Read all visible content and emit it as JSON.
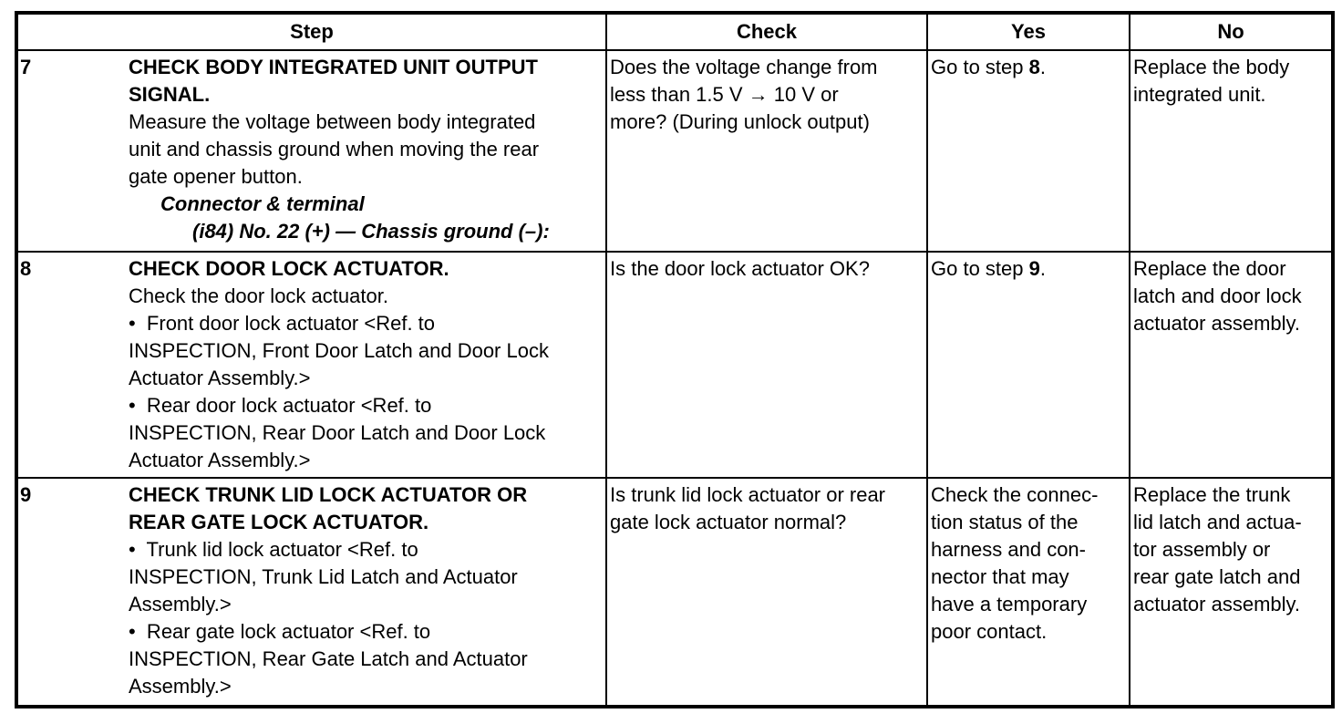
{
  "table": {
    "headers": {
      "step": "Step",
      "check": "Check",
      "yes": "Yes",
      "no": "No"
    },
    "rows": [
      {
        "step_number": "7",
        "step_lines": [
          {
            "runs": [
              {
                "t": "CHECK BODY INTEGRATED UNIT OUTPUT",
                "b": true
              }
            ]
          },
          {
            "runs": [
              {
                "t": "SIGNAL.",
                "b": true
              }
            ]
          },
          {
            "runs": [
              "Measure the voltage between body integrated"
            ]
          },
          {
            "runs": [
              "unit and chassis ground when moving the rear"
            ]
          },
          {
            "runs": [
              "gate opener button."
            ]
          },
          {
            "ind": 1,
            "runs": [
              {
                "t": "Connector & terminal",
                "b": true,
                "i": true
              }
            ]
          },
          {
            "ind": 2,
            "runs": [
              {
                "t": "(i84) No. 22 (+) — Chassis ground (–):",
                "b": true,
                "i": true
              }
            ]
          }
        ],
        "check_lines": [
          {
            "runs": [
              "Does the voltage change from"
            ]
          },
          {
            "runs": [
              "less than 1.5 V → 10 V or"
            ]
          },
          {
            "runs": [
              "more? (During unlock output)"
            ]
          }
        ],
        "yes_lines": [
          {
            "runs": [
              "Go to step ",
              {
                "t": "8",
                "b": true
              },
              "."
            ]
          }
        ],
        "no_lines": [
          {
            "runs": [
              "Replace the body"
            ]
          },
          {
            "runs": [
              "integrated unit."
            ]
          }
        ]
      },
      {
        "step_number": "8",
        "step_lines": [
          {
            "runs": [
              {
                "t": "CHECK DOOR LOCK ACTUATOR.",
                "b": true
              }
            ]
          },
          {
            "runs": [
              "Check the door lock actuator."
            ]
          },
          {
            "runs": [
              "•  Front door lock actuator <Ref. to"
            ]
          },
          {
            "runs": [
              "INSPECTION, Front Door Latch and Door Lock"
            ]
          },
          {
            "runs": [
              "Actuator Assembly.>"
            ]
          },
          {
            "runs": [
              "•  Rear door lock actuator <Ref. to"
            ]
          },
          {
            "runs": [
              "INSPECTION, Rear Door Latch and Door Lock"
            ]
          },
          {
            "runs": [
              "Actuator Assembly.>"
            ]
          }
        ],
        "check_lines": [
          {
            "runs": [
              "Is the door lock actuator OK?"
            ]
          }
        ],
        "yes_lines": [
          {
            "runs": [
              "Go to step ",
              {
                "t": "9",
                "b": true
              },
              "."
            ]
          }
        ],
        "no_lines": [
          {
            "runs": [
              "Replace the door"
            ]
          },
          {
            "runs": [
              "latch and door lock"
            ]
          },
          {
            "runs": [
              "actuator assembly."
            ]
          }
        ]
      },
      {
        "step_number": "9",
        "step_lines": [
          {
            "runs": [
              {
                "t": "CHECK TRUNK LID LOCK ACTUATOR OR",
                "b": true
              }
            ]
          },
          {
            "runs": [
              {
                "t": "REAR GATE LOCK ACTUATOR.",
                "b": true
              }
            ]
          },
          {
            "runs": [
              "•  Trunk lid lock actuator <Ref. to"
            ]
          },
          {
            "runs": [
              "INSPECTION, Trunk Lid Latch and Actuator"
            ]
          },
          {
            "runs": [
              "Assembly.>"
            ]
          },
          {
            "runs": [
              "•  Rear gate lock actuator <Ref. to"
            ]
          },
          {
            "runs": [
              "INSPECTION, Rear Gate Latch and Actuator"
            ]
          },
          {
            "runs": [
              "Assembly.>"
            ]
          }
        ],
        "check_lines": [
          {
            "runs": [
              "Is trunk lid lock actuator or rear"
            ]
          },
          {
            "runs": [
              "gate lock actuator normal?"
            ]
          }
        ],
        "yes_lines": [
          {
            "runs": [
              "Check the connec-"
            ]
          },
          {
            "runs": [
              "tion status of the"
            ]
          },
          {
            "runs": [
              "harness and con-"
            ]
          },
          {
            "runs": [
              "nector that may"
            ]
          },
          {
            "runs": [
              "have a temporary"
            ]
          },
          {
            "runs": [
              "poor contact."
            ]
          }
        ],
        "no_lines": [
          {
            "runs": [
              "Replace the trunk"
            ]
          },
          {
            "runs": [
              "lid latch and actua-"
            ]
          },
          {
            "runs": [
              "tor assembly or"
            ]
          },
          {
            "runs": [
              "rear gate latch and"
            ]
          },
          {
            "runs": [
              "actuator assembly."
            ]
          }
        ]
      }
    ]
  }
}
